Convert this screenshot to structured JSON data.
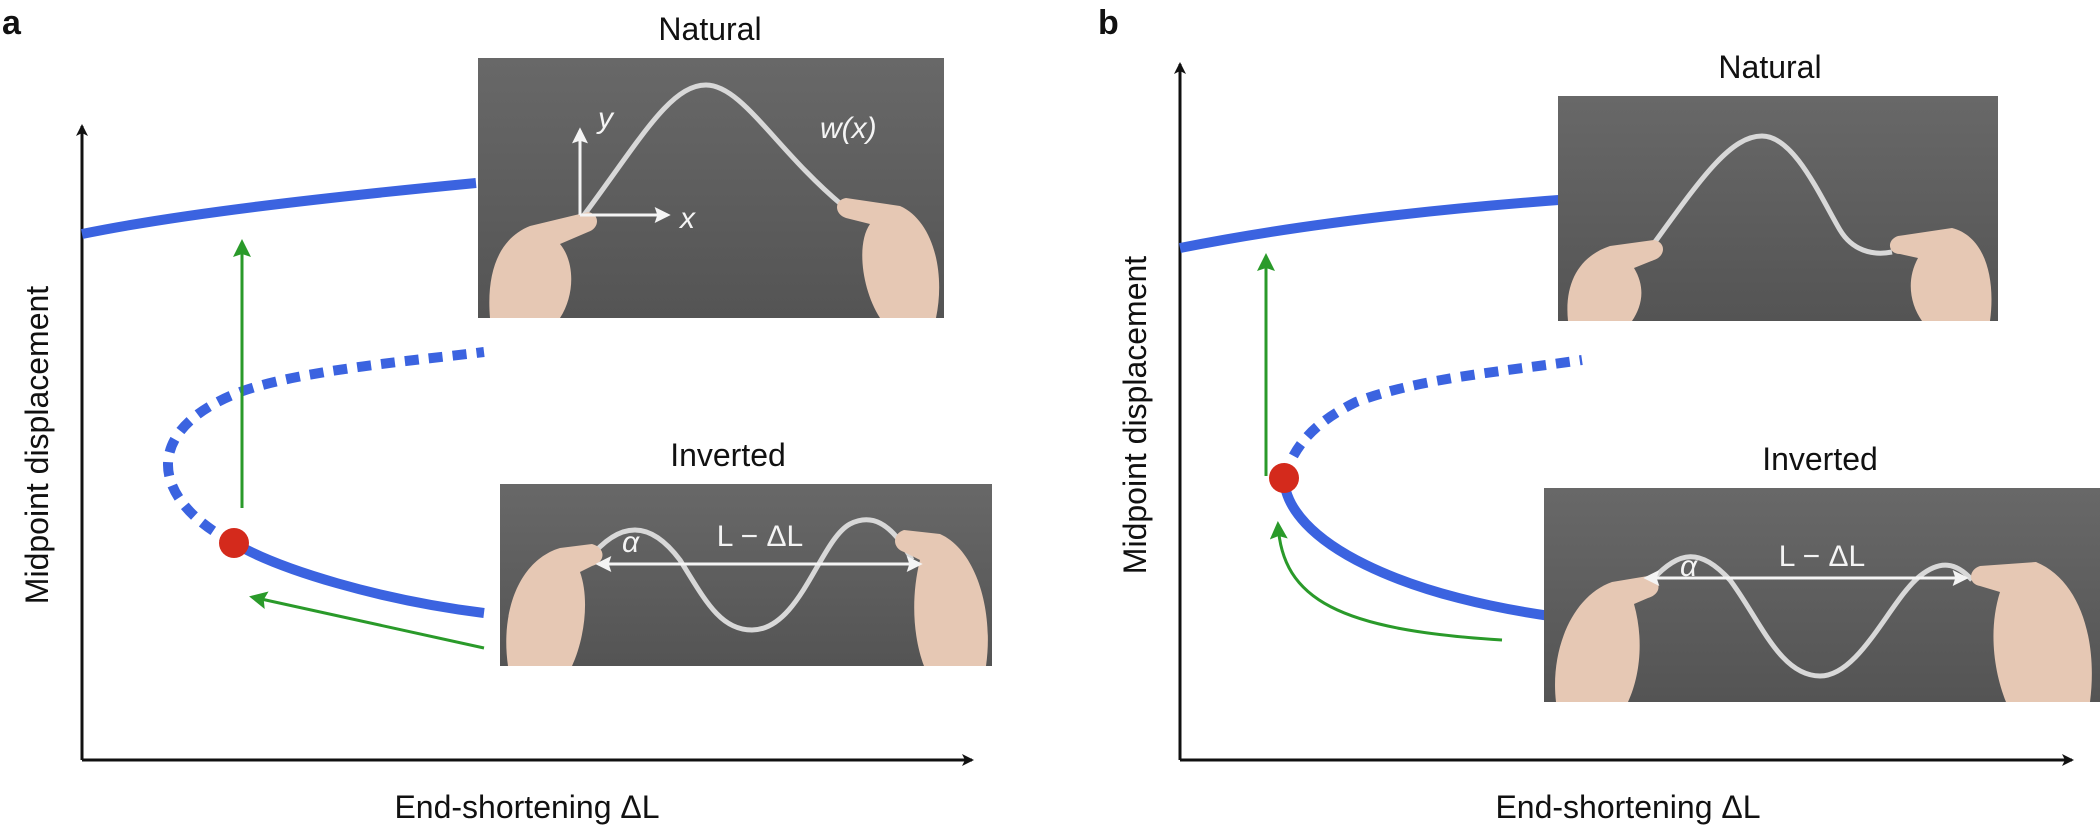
{
  "figure": {
    "panels": [
      {
        "letter": "a",
        "xlabel": "End-shortening ΔL",
        "ylabel": "Midpoint displacement",
        "top_photo": {
          "title": "Natural",
          "labels": {
            "y": "y",
            "x": "x",
            "w": "w(x)"
          }
        },
        "bottom_photo": {
          "title": "Inverted",
          "labels": {
            "alpha": "α",
            "length": "L − ΔL"
          }
        }
      },
      {
        "letter": "b",
        "xlabel": "End-shortening ΔL",
        "ylabel": "Midpoint displacement",
        "top_photo": {
          "title": "Natural"
        },
        "bottom_photo": {
          "title": "Inverted",
          "labels": {
            "alpha": "α",
            "length": "L − ΔL"
          }
        }
      }
    ]
  },
  "colors": {
    "stable_branch": "#3b63e0",
    "unstable_branch": "#3b63e0",
    "fold_point": "#d42a1c",
    "snap_arrow": "#2a9a2a",
    "axis": "#111111",
    "photo_background": "#5e5e5e"
  }
}
